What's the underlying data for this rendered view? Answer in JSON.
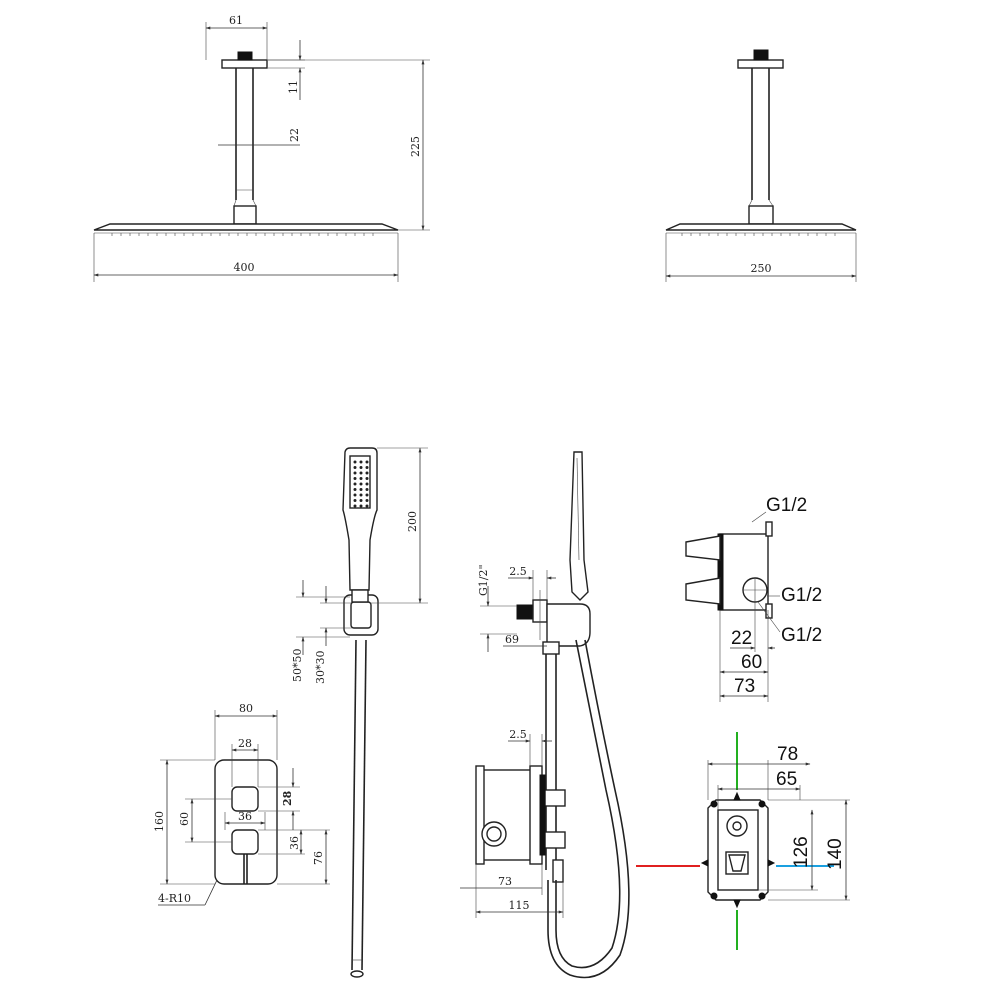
{
  "top_front": {
    "width_top": "61",
    "flange_thk": "11",
    "arm_dia": "22",
    "height": "225",
    "width": "400"
  },
  "top_side": {
    "width": "250"
  },
  "handset": {
    "length": "200",
    "bracket_a": "50*50",
    "bracket_b": "30*30"
  },
  "side_view": {
    "thread": "G1/2\"",
    "gap_top": "2.5",
    "depth_outlet": "69",
    "gap_body": "2.5",
    "depth_box": "73",
    "depth_total": "115"
  },
  "plate": {
    "width": "80",
    "inner_w": "28",
    "height": "160",
    "knob_spacing": "60",
    "knob_w": "36",
    "knob_h": "28",
    "lower_h": "36",
    "lower_total": "76",
    "radius": "4-R10"
  },
  "box_side": {
    "inlet_top": "G1/2",
    "inlet_mid": "G1/2",
    "inlet_bot": "G1/2",
    "d1": "22",
    "d2": "60",
    "d3": "73"
  },
  "box_front": {
    "w_outer": "78",
    "w_inner": "65",
    "h_inner": "126",
    "h_outer": "140"
  },
  "colors": {
    "hot": "#e02020",
    "cold": "#1aa0e0",
    "axis": "#22b020"
  }
}
